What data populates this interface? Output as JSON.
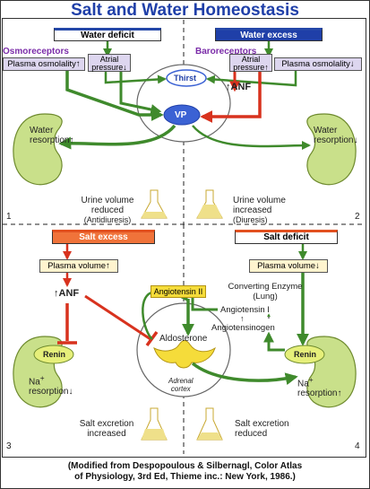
{
  "title": "Salt and Water Homeostasis",
  "panel1": {
    "header": "Water deficit",
    "sensor": "Osmoreceptors",
    "box_left": "Plasma osmolality",
    "box_right_line1": "Atrial",
    "box_right_line2": "pressure",
    "kidney_label_line1": "Water",
    "kidney_label_line2": "resorption",
    "outcome_line1": "Urine volume",
    "outcome_line2": "reduced",
    "outcome_line3": "(Antidiuresis)",
    "number": "1"
  },
  "panel2": {
    "header": "Water excess",
    "sensor": "Baroreceptors",
    "box_left_line1": "Atrial",
    "box_left_line2": "pressure",
    "box_right": "Plasma osmolality",
    "anf": "ANF",
    "kidney_label_line1": "Water",
    "kidney_label_line2": "resorption",
    "outcome_line1": "Urine volume",
    "outcome_line2": "increased",
    "outcome_line3": "(Diuresis)",
    "number": "2"
  },
  "center": {
    "thirst": "Thirst",
    "vp": "VP"
  },
  "panel3": {
    "header": "Salt excess",
    "box": "Plasma volume",
    "anf": "ANF",
    "renin": "Renin",
    "kidney_label_line1": "Na",
    "kidney_label_line2": "resorption",
    "outcome_line1": "Salt excretion",
    "outcome_line2": "increased",
    "number": "3"
  },
  "panel4": {
    "header": "Salt deficit",
    "box": "Plasma volume",
    "enzyme_line1": "Converting Enzyme",
    "enzyme_line2": "(Lung)",
    "angiotensin1": "Angiotensin I",
    "angiotensinogen": "Angiotensinogen",
    "renin": "Renin",
    "kidney_label_line1": "Na",
    "kidney_label_line2": "resorption",
    "outcome_line1": "Salt excretion",
    "outcome_line2": "reduced",
    "number": "4"
  },
  "center_bottom": {
    "angiotensin2": "Angiotensin II",
    "aldosterone": "Aldosterone",
    "adrenal_line1": "Adrenal",
    "adrenal_line2": "cortex"
  },
  "caption_line1": "(Modified from Despopoulous & Silbernagl, Color Atlas",
  "caption_line2": "of Physiology, 3rd Ed, Thieme inc.: New York, 1986.)",
  "colors": {
    "title_blue": "#1f3fa8",
    "green_arrow": "#3f8a2c",
    "red_arrow": "#d8321e",
    "kidney": "#c9e08a",
    "renin_fill": "#e6ef7a",
    "adrenal": "#f5dc3a",
    "vp_blue": "#3b62d4",
    "flask_yellow": "#efe08a"
  }
}
